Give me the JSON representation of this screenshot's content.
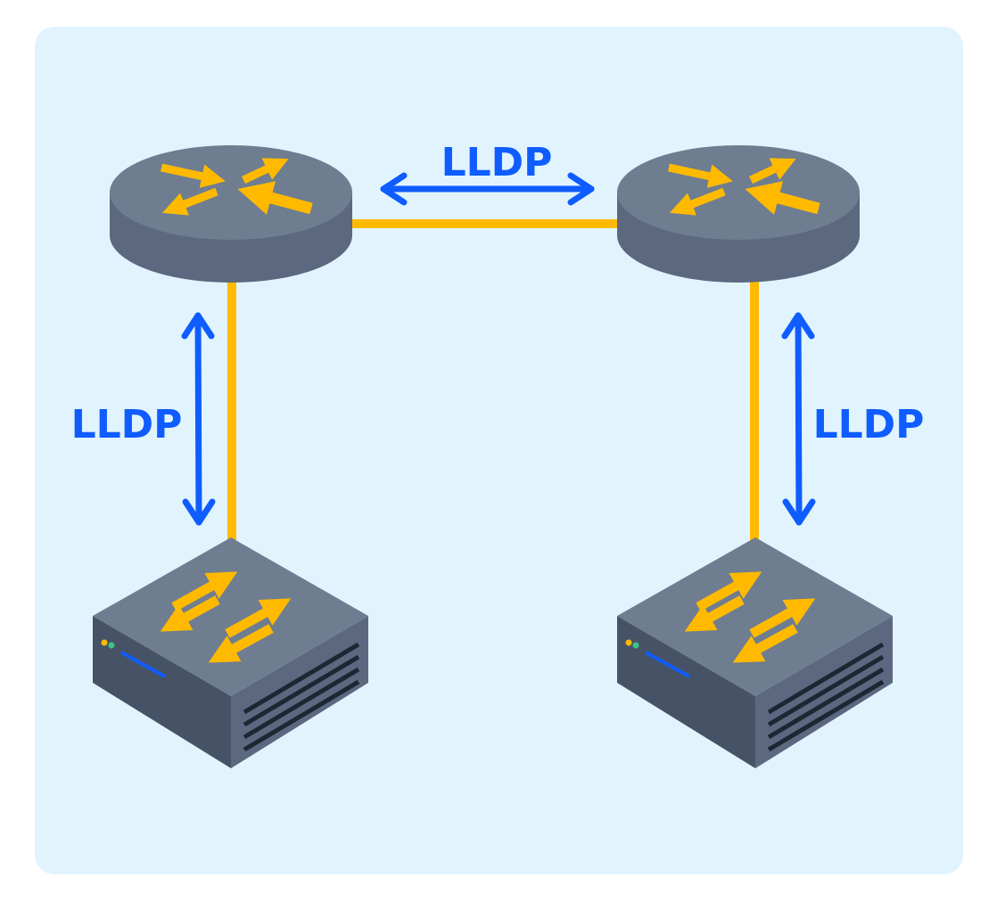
{
  "labels": {
    "top": "LLDP",
    "left": "LLDP",
    "right": "LLDP"
  },
  "nodes": [
    {
      "type": "router",
      "icon": "router-icon"
    },
    {
      "type": "router",
      "icon": "router-icon"
    },
    {
      "type": "switch",
      "icon": "switch-icon"
    },
    {
      "type": "switch",
      "icon": "switch-icon"
    }
  ],
  "colors": {
    "background": "#e1f4fe",
    "link": "#ffba00",
    "lldp_arrow": "#0f5cff",
    "device_top": "#6e7d90",
    "device_side": "#5c6880",
    "device_front": "#465366"
  }
}
